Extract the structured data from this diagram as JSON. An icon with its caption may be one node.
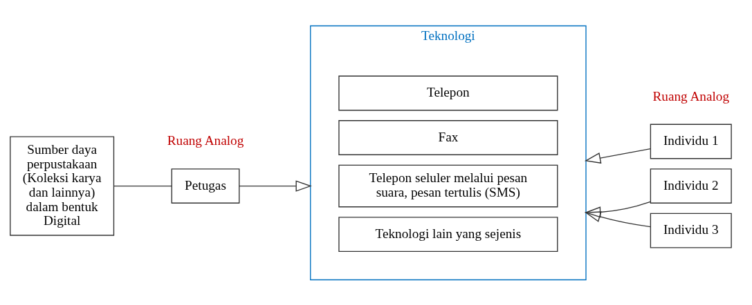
{
  "diagram": {
    "nodes": [
      {
        "text": [
          "Sumber daya perpustakaan (Koleksi karya dan lainnya) dalam bentuk Digital"
        ]
      },
      {
        "text": [
          "Petugas"
        ]
      },
      {
        "text": [
          "Teknologi"
        ]
      },
      {
        "text": [
          "Telepon"
        ],
        "in": 2
      },
      {
        "text": [
          "Fax"
        ],
        "in": 2
      },
      {
        "text": [
          "Telepon seluler melalui pesan suara, pesan tertulis (SMS)"
        ],
        "in": 2
      },
      {
        "text": [
          "Teknologi lain yang sejenis"
        ],
        "in": 2
      },
      {
        "text": [
          "Individu 1"
        ]
      },
      {
        "text": [
          "Individu 2"
        ]
      },
      {
        "text": [
          "Individu 3"
        ]
      }
    ],
    "edges": [
      {
        "from": 0,
        "to": 1,
        "arrow": "none"
      },
      {
        "from": 1,
        "to": 2,
        "arrow": "to"
      },
      {
        "from": 7,
        "to": 2,
        "arrow": "to"
      },
      {
        "from": 8,
        "to": 2,
        "arrow": "to"
      },
      {
        "from": 9,
        "to": 2,
        "arrow": "to"
      }
    ],
    "labels": [
      "Ruang Analog",
      "Ruang Analog"
    ]
  }
}
